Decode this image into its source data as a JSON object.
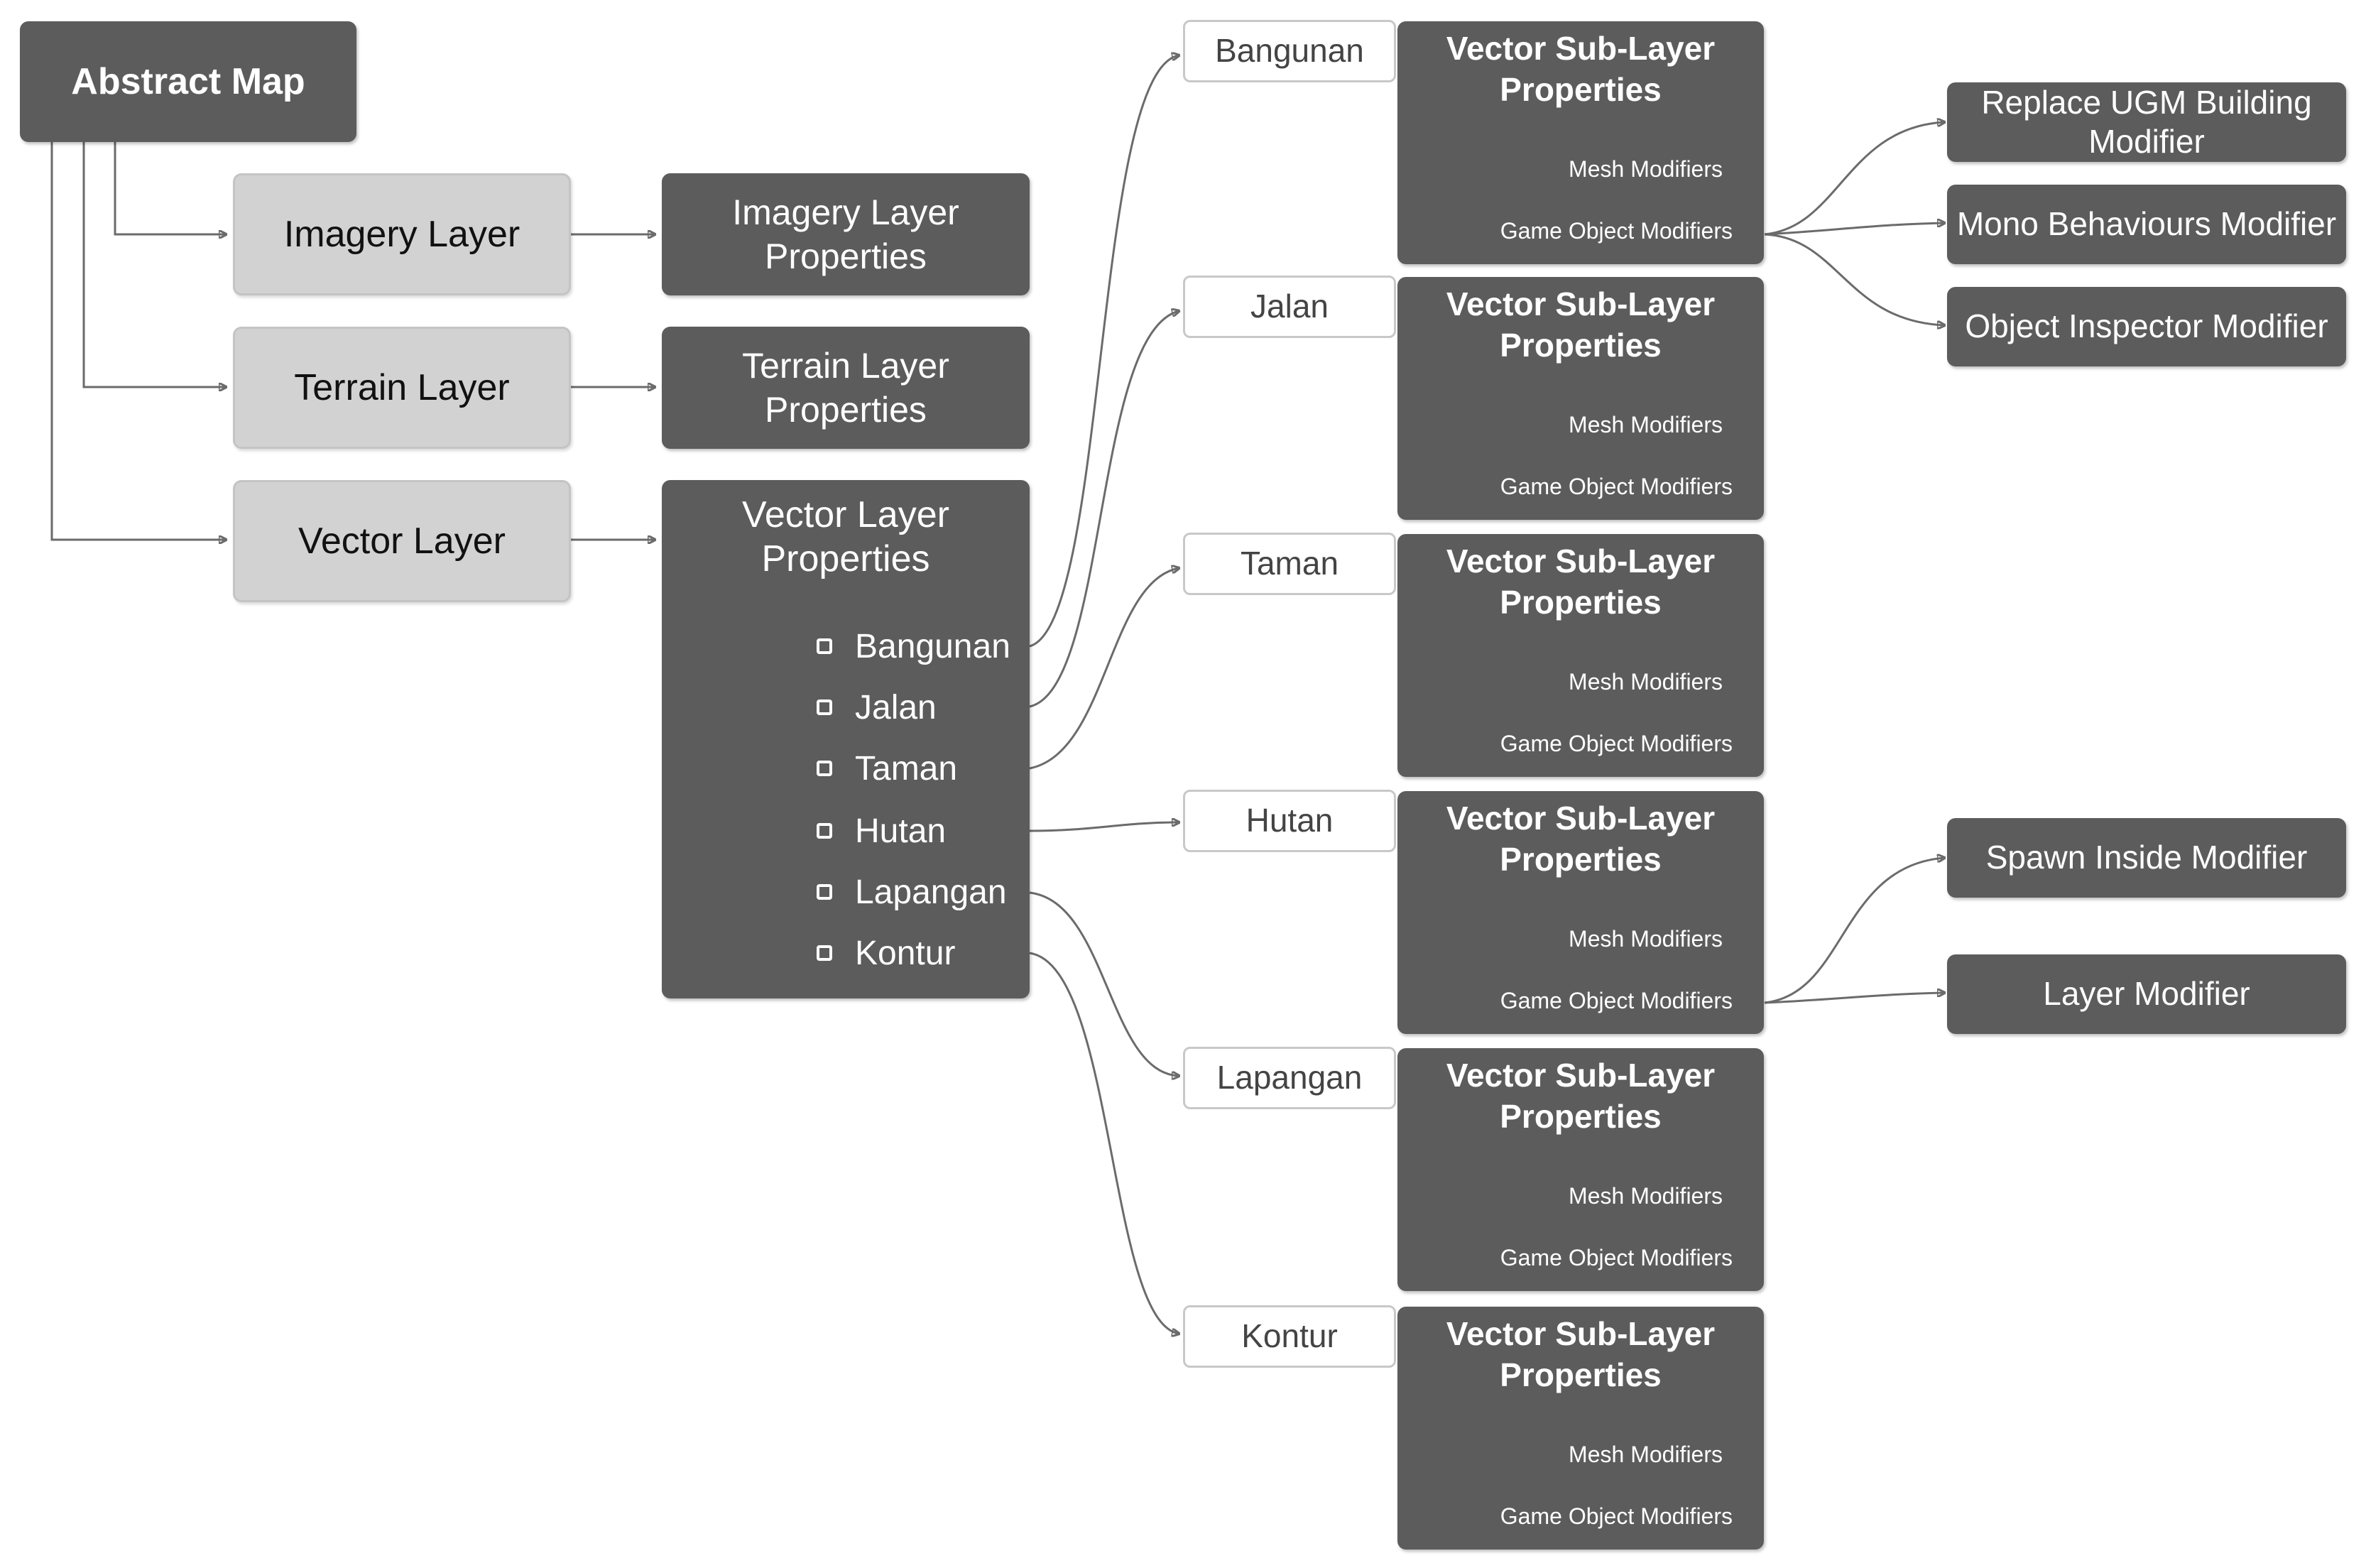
{
  "root": {
    "label": "Abstract Map"
  },
  "layers": [
    {
      "label": "Imagery Layer",
      "props": "Imagery Layer Properties"
    },
    {
      "label": "Terrain Layer",
      "props": "Terrain Layer Properties"
    },
    {
      "label": "Vector Layer",
      "props": "Vector Layer Properties"
    }
  ],
  "vector_items": [
    "Bangunan",
    "Jalan",
    "Taman",
    "Hutan",
    "Lapangan",
    "Kontur"
  ],
  "sublayer": {
    "title": "Vector Sub-Layer Properties",
    "mesh": "Mesh Modifiers",
    "go": "Game Object Modifiers"
  },
  "modifiers_bangunan": [
    "Replace UGM Building Modifier",
    "Mono Behaviours Modifier",
    "Object Inspector Modifier"
  ],
  "modifiers_hutan": [
    "Spawn Inside Modifier",
    "Layer Modifier"
  ],
  "colors": {
    "dark": "#5c5c5c",
    "light": "#d2d2d2",
    "line": "#6b6b6b"
  }
}
